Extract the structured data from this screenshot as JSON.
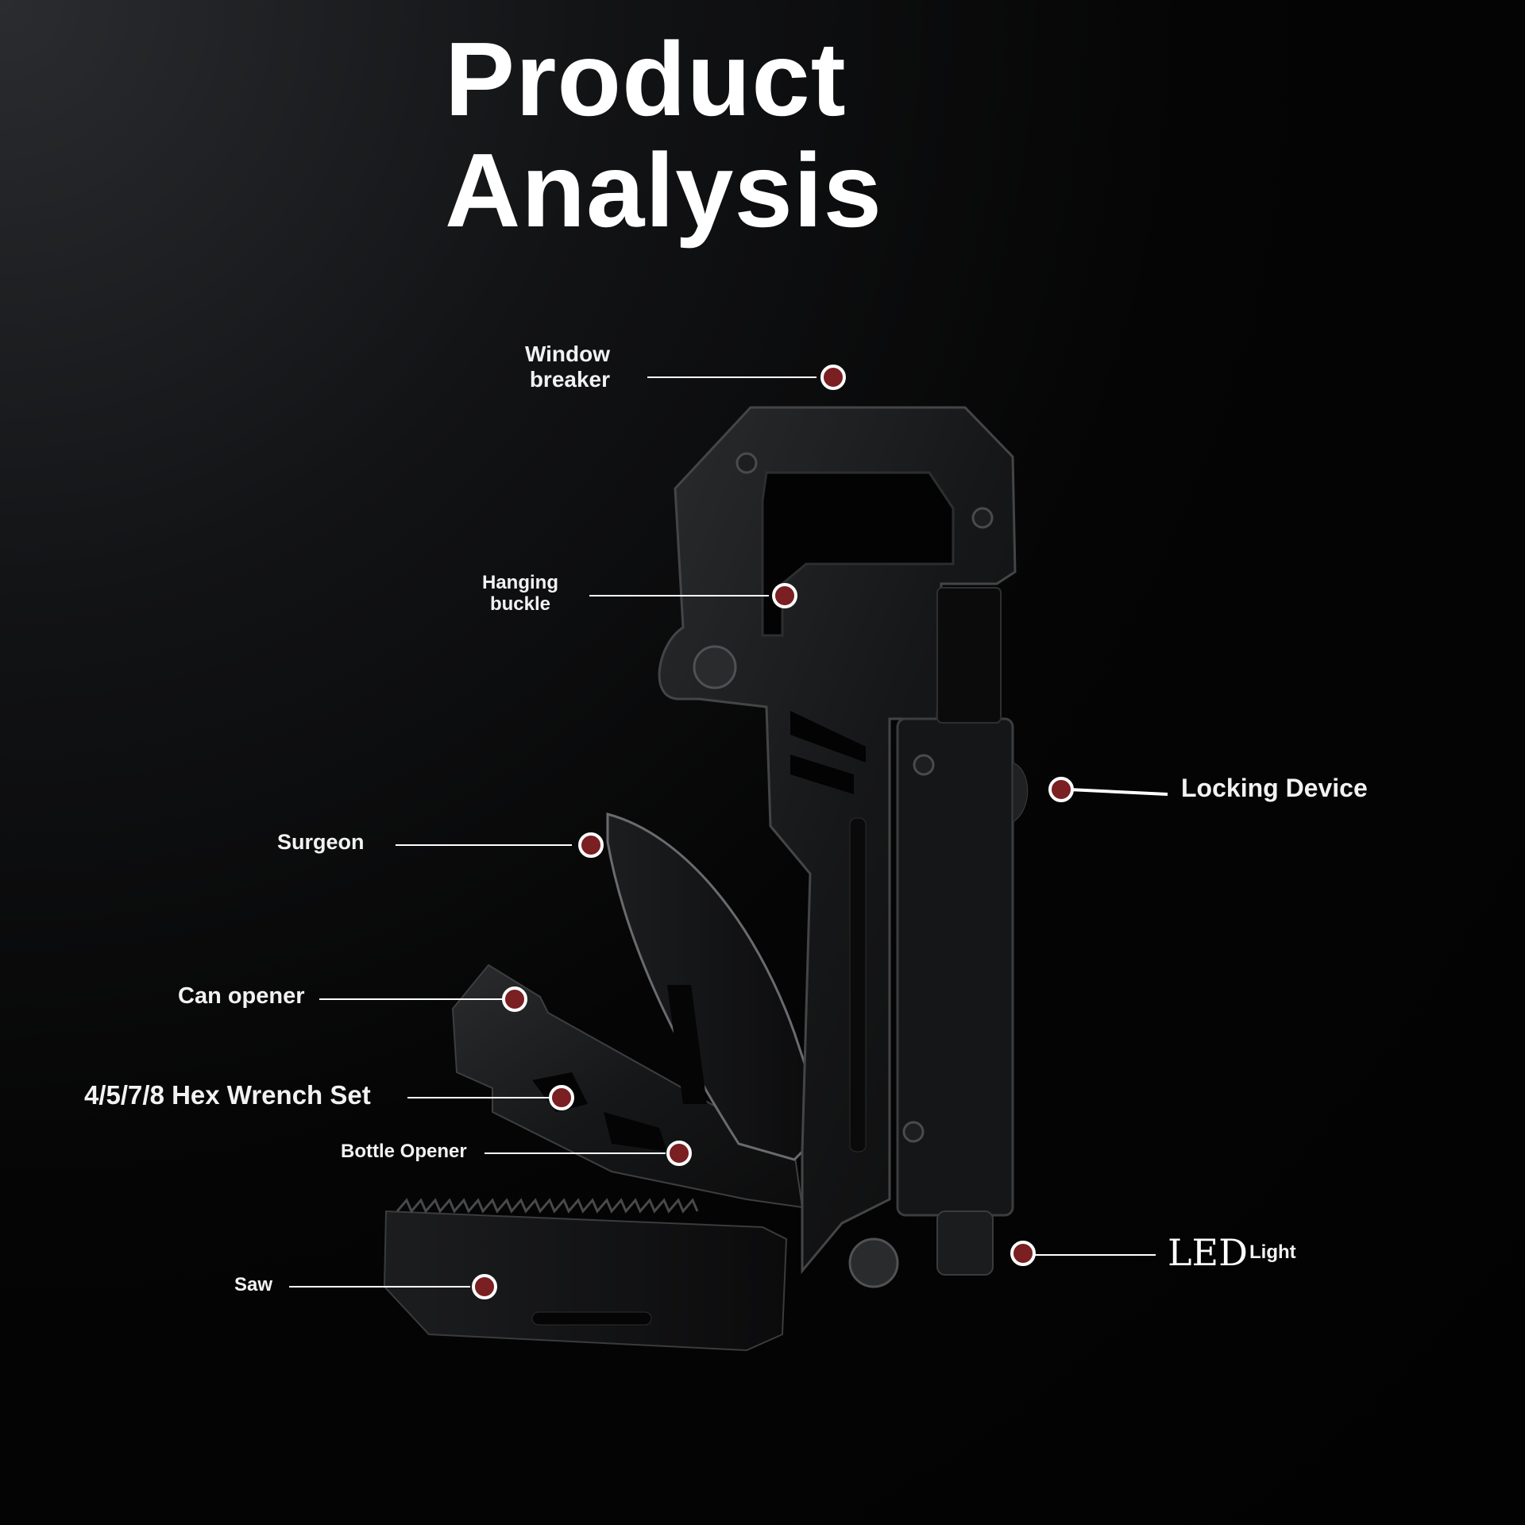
{
  "title": {
    "line1": "Product",
    "line2": "Analysis"
  },
  "callouts": {
    "window_breaker": {
      "line1": "Window",
      "line2": "breaker"
    },
    "hanging_buckle": {
      "line1": "Hanging",
      "line2": "buckle"
    },
    "locking_device": "Locking Device",
    "surgeon": "Surgeon",
    "can_opener": "Can opener",
    "hex_wrench": "4/5/7/8 Hex Wrench Set",
    "bottle_opener": "Bottle Opener",
    "saw": "Saw",
    "led": {
      "word": "LED",
      "suffix": "Light"
    }
  },
  "colors": {
    "marker_fill": "#7a1f22",
    "marker_ring": "#ffffff",
    "text": "#f2f2f2",
    "background": "#050505"
  }
}
